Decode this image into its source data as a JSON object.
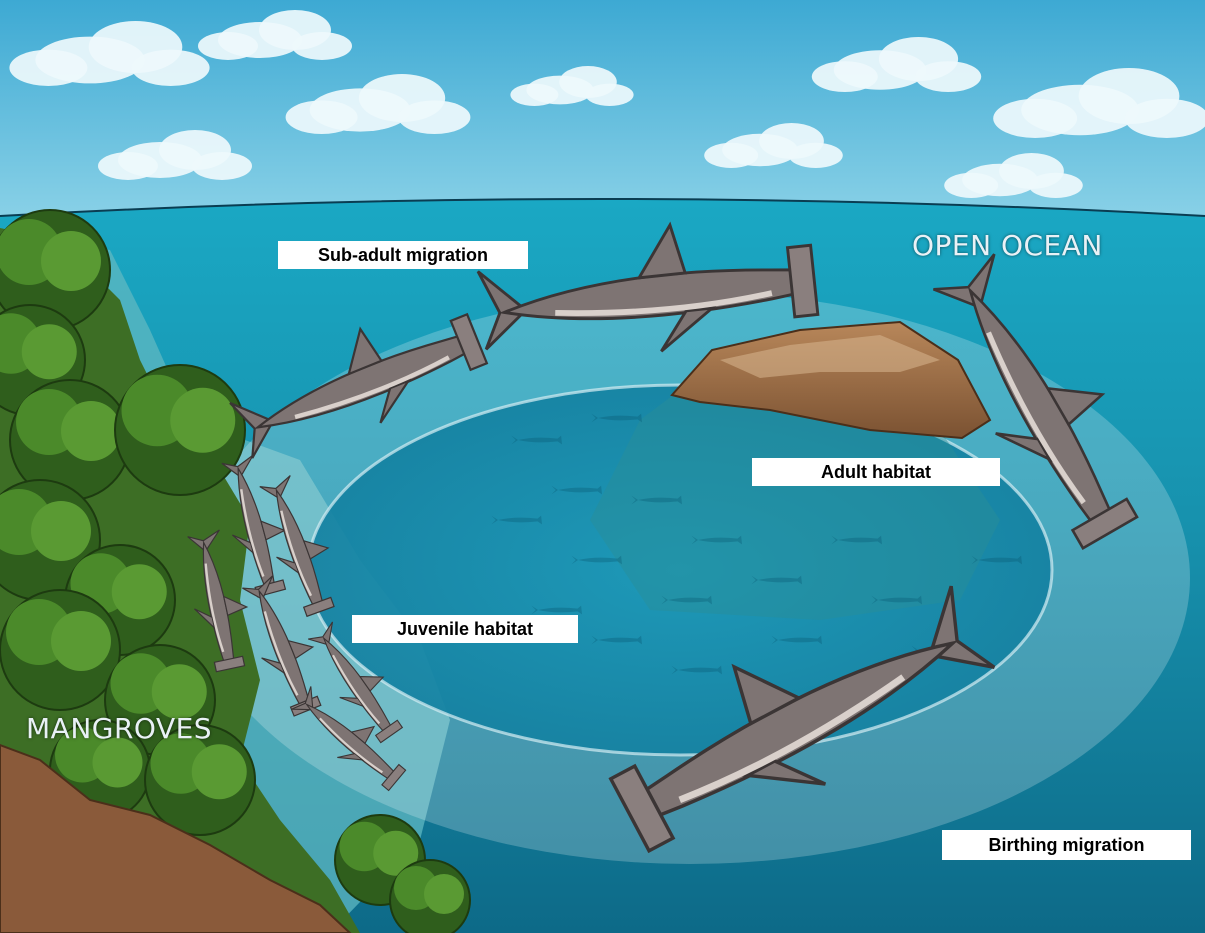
{
  "labels": {
    "sub_adult": "Sub-adult migration",
    "adult": "Adult habitat",
    "juvenile": "Juvenile habitat",
    "birthing": "Birthing migration"
  },
  "regions": {
    "open_ocean": "OPEN OCEAN",
    "mangroves": "MANGROVES"
  },
  "icons": {
    "shark": "hammerhead-shark-icon",
    "tree": "mangrove-tree-icon",
    "rock": "rock-icon",
    "cloud": "cloud-icon"
  },
  "colors": {
    "sky": "#4fb3d6",
    "ocean": "#1c93ad",
    "deep_ocean": "#0f6f8c",
    "shark": "#7e7473",
    "shark_belly": "#d9d0cb",
    "mangrove": "#3c6b23",
    "rock": "#9a6a45",
    "label_bg": "#ffffff"
  }
}
